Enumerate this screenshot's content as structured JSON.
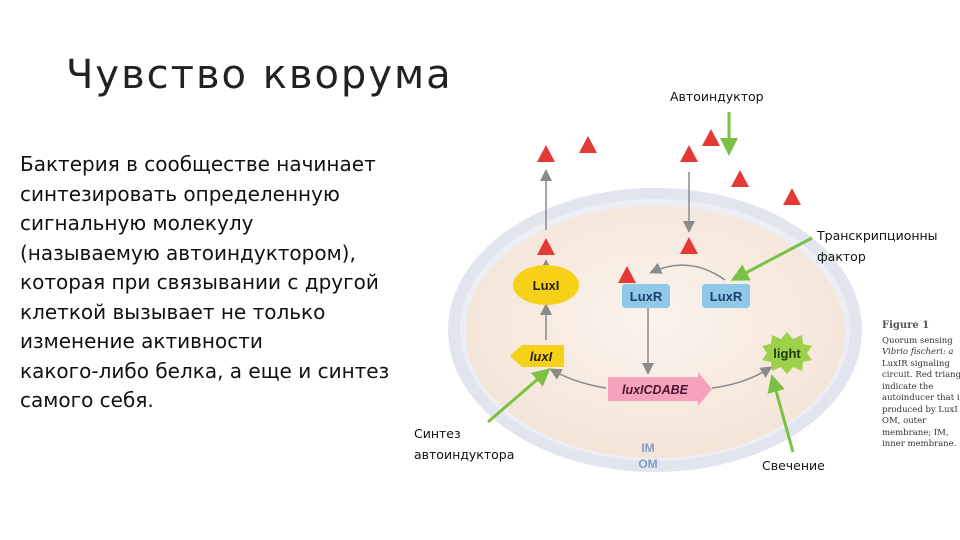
{
  "slide": {
    "title": "Чувство кворума",
    "body_lines": [
      "Бактерия в сообществе начинает",
      "синтезировать определенную",
      "сигнальную молекулу",
      "(называемую автоиндуктором),",
      "которая при связывании с другой",
      "клеткой вызывает не только",
      "изменение активности",
      "какого-либо белка, а еще и синтез",
      "самого себя."
    ]
  },
  "labels": {
    "autoinducer": "Автоиндуктор",
    "transcription_factor_line1": "Транскрипционны",
    "transcription_factor_line2": "фактор",
    "synthesis_line1": "Синтез",
    "synthesis_line2": "автоиндуктора",
    "glow": "Свечение"
  },
  "diagram": {
    "luxI_protein": "LuxI",
    "luxI_gene": "luxI",
    "luxR_left": "LuxR",
    "luxR_right": "LuxR",
    "operon": "luxICDABE",
    "light": "light",
    "membrane_im": "IM",
    "membrane_om": "OM"
  },
  "figure_caption": {
    "heading": "Figure 1",
    "lines": [
      "Quorum sensing",
      "Vibrio fischeri: a",
      "LuxIR signaling",
      "circuit. Red triang",
      "indicate the",
      "autoinducer that i",
      "produced by LuxI",
      "OM, outer",
      "membrane; IM,",
      "inner membrane."
    ]
  },
  "colors": {
    "autoinducer_triangle": "#e53935",
    "luxI_oval": "#f7d117",
    "luxR_box": "#8ec9e8",
    "operon_arrow": "#f5a3bd",
    "light_star": "#9ed14a",
    "pointer_green": "#7ac143",
    "cell_inner": "#f6eadf",
    "cell_membrane": "#e2e4ec",
    "membrane_label": "#7f9fc8"
  }
}
